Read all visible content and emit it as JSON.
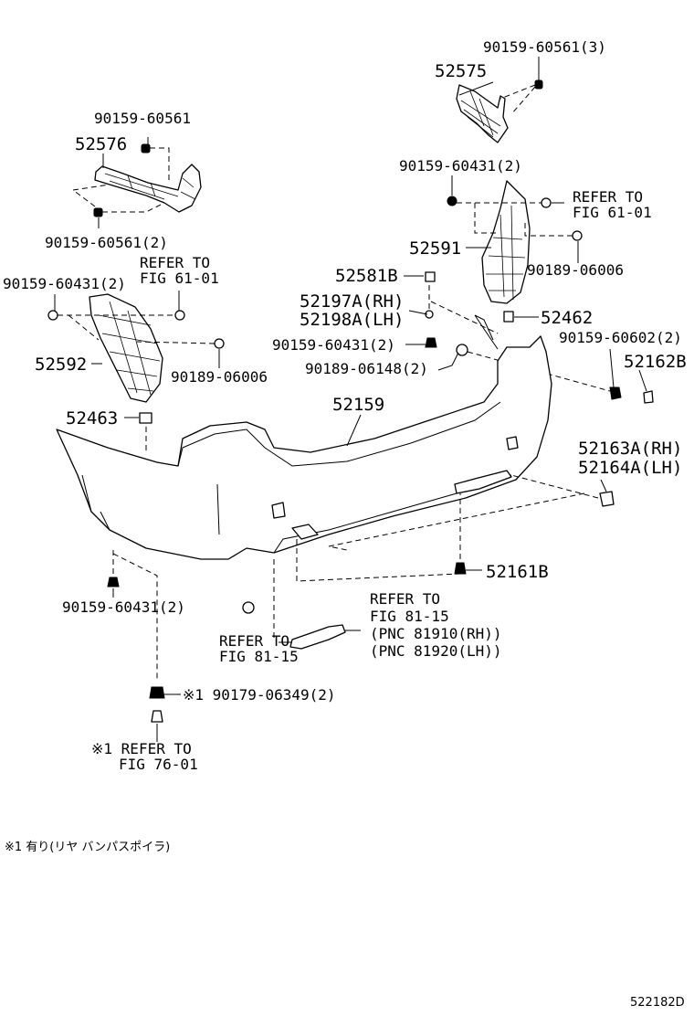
{
  "callouts": {
    "c_90159_60561_3": "90159-60561(3)",
    "c_52575": "52575",
    "c_90159_60561_a": "90159-60561",
    "c_52576": "52576",
    "c_90159_60561_2": "90159-60561(2)",
    "c_90159_60431_2_top": "90159-60431(2)",
    "c_refer_61_01_right_1": "REFER TO",
    "c_refer_61_01_right_2": "FIG 61-01",
    "c_52591": "52591",
    "c_90189_06006_right": "90189-06006",
    "c_refer_61_01_left_1": "REFER TO",
    "c_refer_61_01_left_2": "FIG 61-01",
    "c_90159_60431_2_left": "90159-60431(2)",
    "c_52581b": "52581B",
    "c_52197a": "52197A(RH)",
    "c_52198a": "52198A(LH)",
    "c_52462": "52462",
    "c_90159_60431_2_mid": "90159-60431(2)",
    "c_90159_60602_2": "90159-60602(2)",
    "c_90189_06148_2": "90189-06148(2)",
    "c_52162b": "52162B",
    "c_52592": "52592",
    "c_90189_06006_left": "90189-06006",
    "c_52463": "52463",
    "c_52159": "52159",
    "c_52163a": "52163A(RH)",
    "c_52164a": "52164A(LH)",
    "c_52161b": "52161B",
    "c_90159_60431_2_bottom": "90159-60431(2)",
    "c_refer_81_15_right_1": "REFER TO",
    "c_refer_81_15_right_2": "FIG 81-15",
    "c_pnc_81910": "(PNC 81910(RH))",
    "c_pnc_81920": "(PNC 81920(LH))",
    "c_refer_81_15_left_1": "REFER TO",
    "c_refer_81_15_left_2": "FIG 81-15",
    "c_90179_06349_2": "※1 90179-06349(2)",
    "c_refer_76_01_1": "※1 REFER TO",
    "c_refer_76_01_2": "FIG 76-01"
  },
  "footnote": "※1 有り(リヤ バンパスポイラ)",
  "figure_code": "522182D"
}
